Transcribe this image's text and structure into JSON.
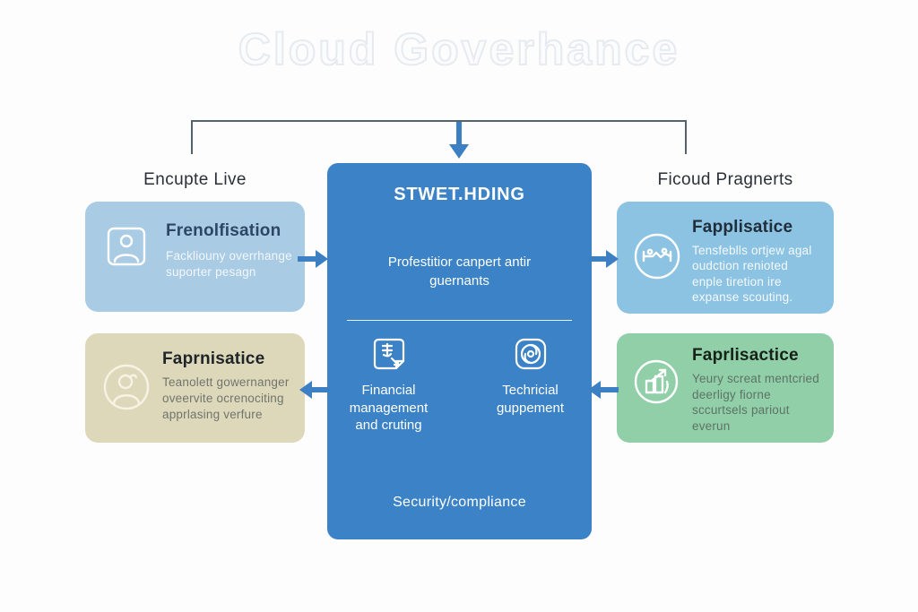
{
  "title": "Cloud Goverhance",
  "columns": {
    "left_heading": "Encupte Live",
    "right_heading": "Ficoud Pragnerts"
  },
  "center": {
    "title": "STWET.HDING",
    "body": "Profestitior canpert antir\nguernants",
    "financial_label": "Financial\nmanagement\nand cruting",
    "technical_label": "Techricial\nguppement",
    "footer": "Security/compliance",
    "icons": [
      "finance-document-icon",
      "tech-gear-icon"
    ]
  },
  "boxes": {
    "top_left": {
      "title": "Frenolfisation",
      "body": "Fackliouny overrhange\nsuporter pesagn",
      "icon": "person-card-icon"
    },
    "bottom_left": {
      "title": "Faprnisatice",
      "body": "Teanolett gowernanger\noveervite ocrenociting\napprlasing verfure",
      "icon": "person-circle-icon"
    },
    "top_right": {
      "title": "Fapplisatice",
      "body": "Tensfeblls ortjew agal\noudction renioted\nenple tiretion ire\nexpanse scouting.",
      "icon": "handshake-circle-icon"
    },
    "bottom_right": {
      "title": "Faprlisactice",
      "body": "Yeury screat mentcried\ndeerligy fiorne\nsccurtsels pariout\neverun",
      "icon": "growth-circle-icon"
    }
  },
  "colors": {
    "center_box": "#3b82c6",
    "light_blue_box": "#a9cbe4",
    "medium_blue_box": "#8cc3e2",
    "beige_box": "#ded8bb",
    "green_box": "#90cfa7",
    "arrow_blue": "#3d7fc3",
    "connector_gray": "#55636f",
    "watermark_gray": "#e7eaee"
  }
}
